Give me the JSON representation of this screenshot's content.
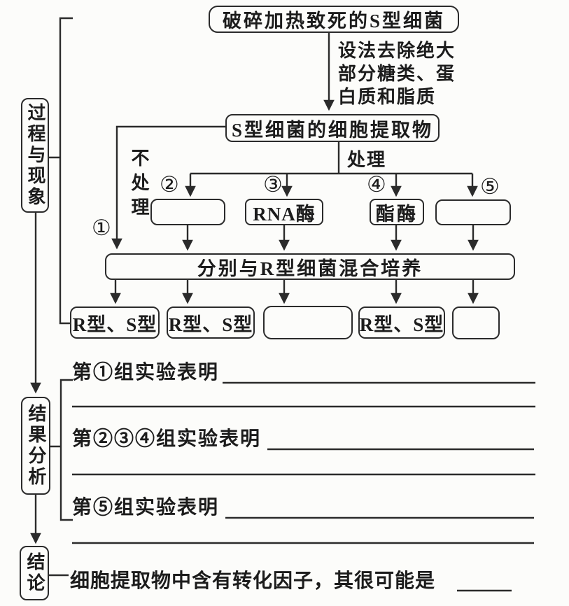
{
  "colors": {
    "ink": "#2b2b2b",
    "paper": "#fcfcfa"
  },
  "flow": {
    "top_box": "破碎加热致死的S型细菌",
    "note_line1": "设法去除绝大",
    "note_line2": "部分糖类、蛋",
    "note_line3": "白质和脂质",
    "extract_box": "S型细菌的细胞提取物",
    "no_treatment": "不处理",
    "treatment": "处理",
    "num1": "①",
    "num2": "②",
    "num3": "③",
    "num4": "④",
    "num5": "⑤",
    "enzyme2": "",
    "enzyme3": "RNA酶",
    "enzyme4": "酯酶",
    "enzyme5": "",
    "mix_box": "分别与R型细菌混合培养",
    "results": [
      "R型、S型",
      "R型、S型",
      "",
      "R型、S型",
      ""
    ]
  },
  "stages": {
    "process": "过程与现象",
    "analysis": "结果分析",
    "conclusion": "结论"
  },
  "analysis": {
    "group1": "第①组实验表明",
    "group234": "第②③④组实验表明",
    "group5": "第⑤组实验表明"
  },
  "conclusion": {
    "statement": "细胞提取物中含有转化因子，其很可能是"
  }
}
